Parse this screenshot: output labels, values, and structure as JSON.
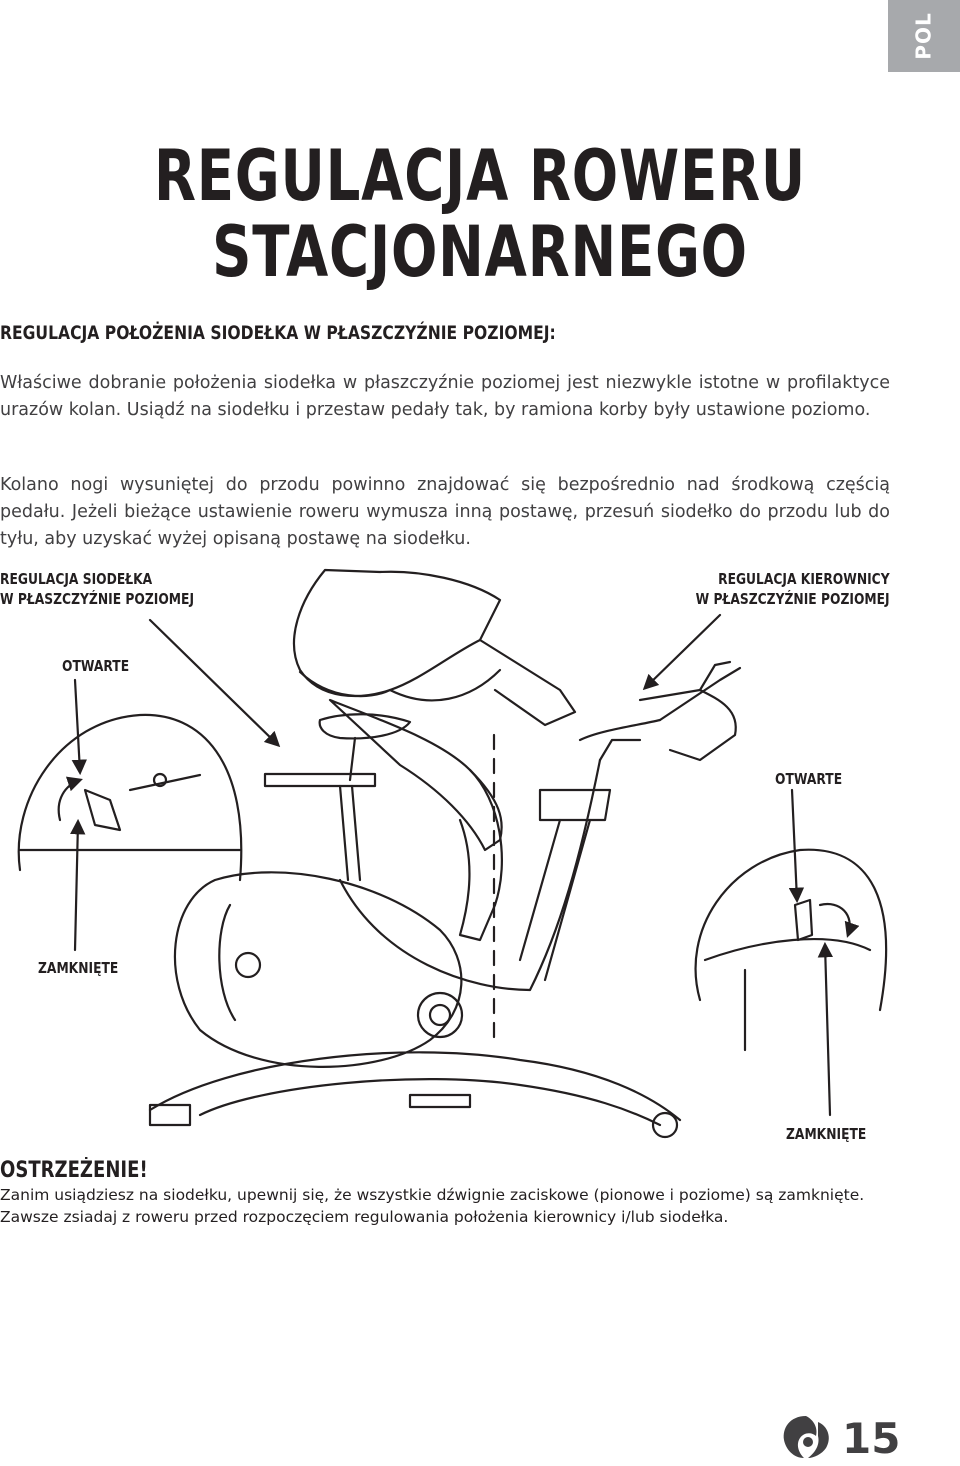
{
  "lang_tab": "POL",
  "title": {
    "line1": "REGULACJA ROWERU",
    "line2": "STACJONARNEGO"
  },
  "section_heading": "REGULACJA POŁOŻENIA SIODEŁKA W PŁASZCZYŹNIE POZIOMEJ:",
  "paragraphs": [
    "Właściwe dobranie położenia siodełka w płaszczyźnie poziomej jest niezwykle istotne w profilaktyce urazów kolan. Usiądź na siodełku i przestaw pedały tak, by ramiona korby były ustawione poziomo.",
    "Kolano nogi wysuniętej do przodu powinno znajdować się bezpośrednio nad środkową częścią pedału. Jeżeli bieżące ustawienie roweru wymusza inną postawę, przesuń siodełko do przodu lub do tyłu, aby uzyskać wyżej opisaną postawę na siodełku."
  ],
  "labels": {
    "seat_adjust_line1": "REGULACJA SIODEŁKA",
    "seat_adjust_line2": "W PŁASZCZYŹNIE POZIOMEJ",
    "bar_adjust_line1": "REGULACJA KIEROWNICY",
    "bar_adjust_line2": "W PŁASZCZYŹNIE POZIOMEJ",
    "open_left": "OTWARTE",
    "closed_left": "ZAMKNIĘTE",
    "open_right": "OTWARTE",
    "closed_right": "ZAMKNIĘTE"
  },
  "warning": {
    "title": "OSTRZEŻENIE!",
    "text": "Zanim usiądziesz na siodełku, upewnij się, że wszystkie dźwignie zaciskowe (pionowe i poziome) są zamknięte. Zawsze zsiadaj z roweru przed rozpoczęciem regulowania położenia kierownicy i/lub siodełka."
  },
  "page_number": "15",
  "icons": {
    "brand": "brand-logo-icon",
    "arrow": "arrow-icon"
  },
  "colors": {
    "lang_tab_bg": "#a7a9ac",
    "text": "#231f20",
    "line": "#231f20"
  }
}
